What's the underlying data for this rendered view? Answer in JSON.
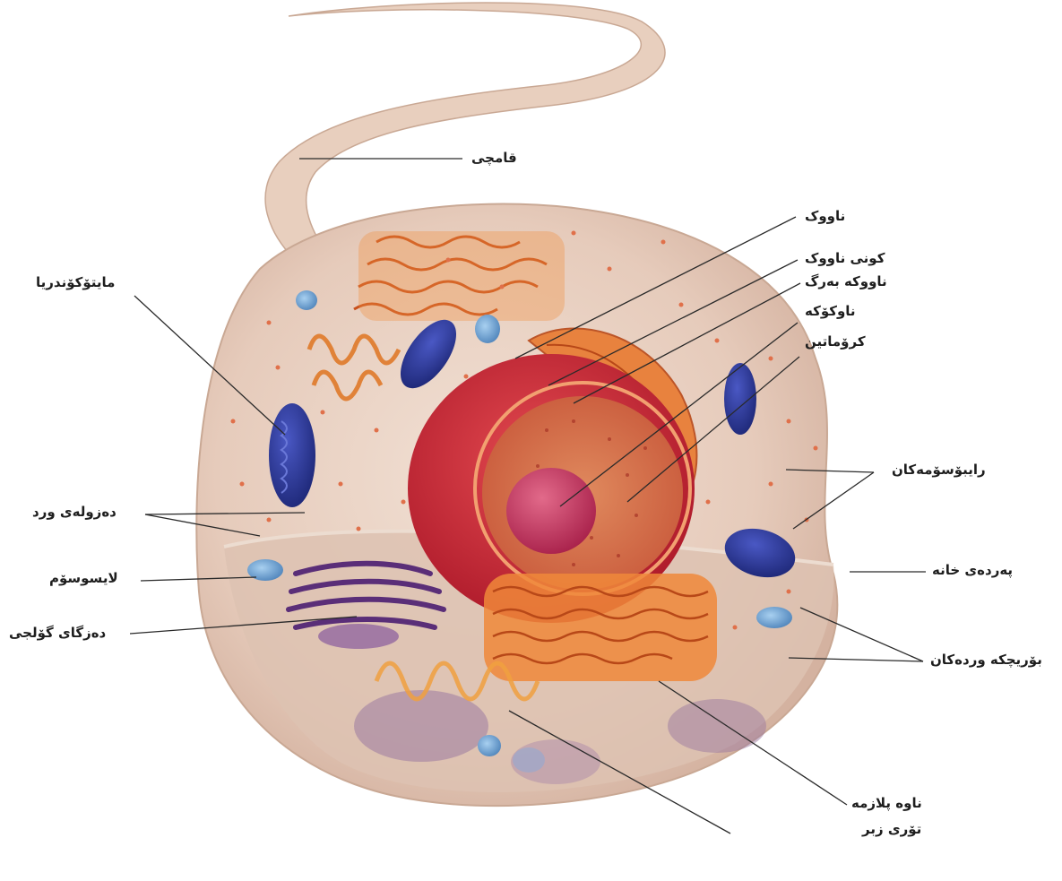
{
  "labels": {
    "flagellum": "قامچی",
    "nucleus": "ناووک",
    "nuclear_pore": "کونی ناووک",
    "nuclear_envelope": "ناووکه بەرگ",
    "nucleolus": "ناوکۆکه",
    "chromatin": "کرۆماتین",
    "mitochondria": "مایتۆکۆندریا",
    "ribosomes": "رایبۆسۆمەکان",
    "cell_membrane": "پەردەی خانه",
    "microtubules": "دەزولەی ورد",
    "lysosome": "لایسوسۆم",
    "golgi": "دەزگای گۆلجی",
    "vacuoles": "بۆریچکه وردەکان",
    "smooth_er": "ناوه پلازمه",
    "rough_er": "تۆری زبر"
  },
  "colors": {
    "cell_body": "#e8d2c4",
    "cytoplasm": "#dcc0b0",
    "nucleus": "#d8303c",
    "nucleoplasm": "#d4785a",
    "nucleolus": "#c43062",
    "mitochondria": "#2f3a9a",
    "er": "#e8782a",
    "golgi": "#6a3a8a",
    "lysosome": "#78a8d8",
    "ribosome": "#e0704a",
    "leader": "#2a2a2a"
  }
}
